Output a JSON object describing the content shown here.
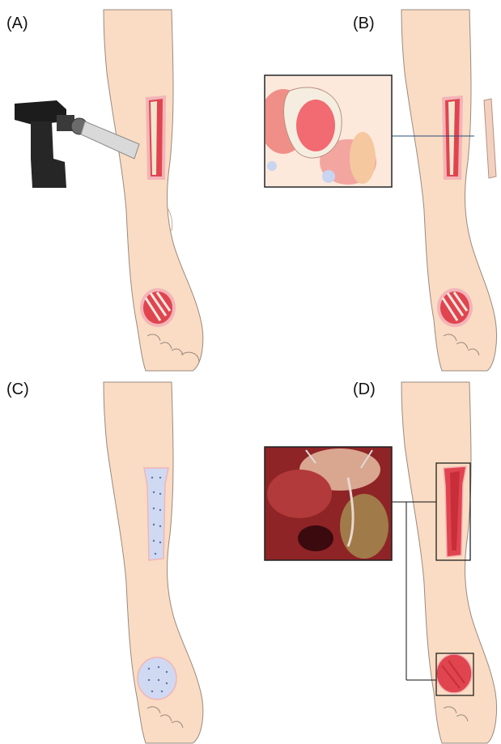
{
  "panels": {
    "a": {
      "label": "(A)"
    },
    "b": {
      "label": "(B)"
    },
    "c": {
      "label": "(C)"
    },
    "d": {
      "label": "(D)"
    }
  },
  "colors": {
    "skin": "#f9dcc3",
    "skin_outline": "#9a8a80",
    "wound_pink": "#f3b4b8",
    "muscle_red": "#e0454f",
    "dressing_blue": "#cfd9f2",
    "bone": "#f2e6cf",
    "inset_border": "#222222",
    "leader_line": "#2a4e7a"
  }
}
